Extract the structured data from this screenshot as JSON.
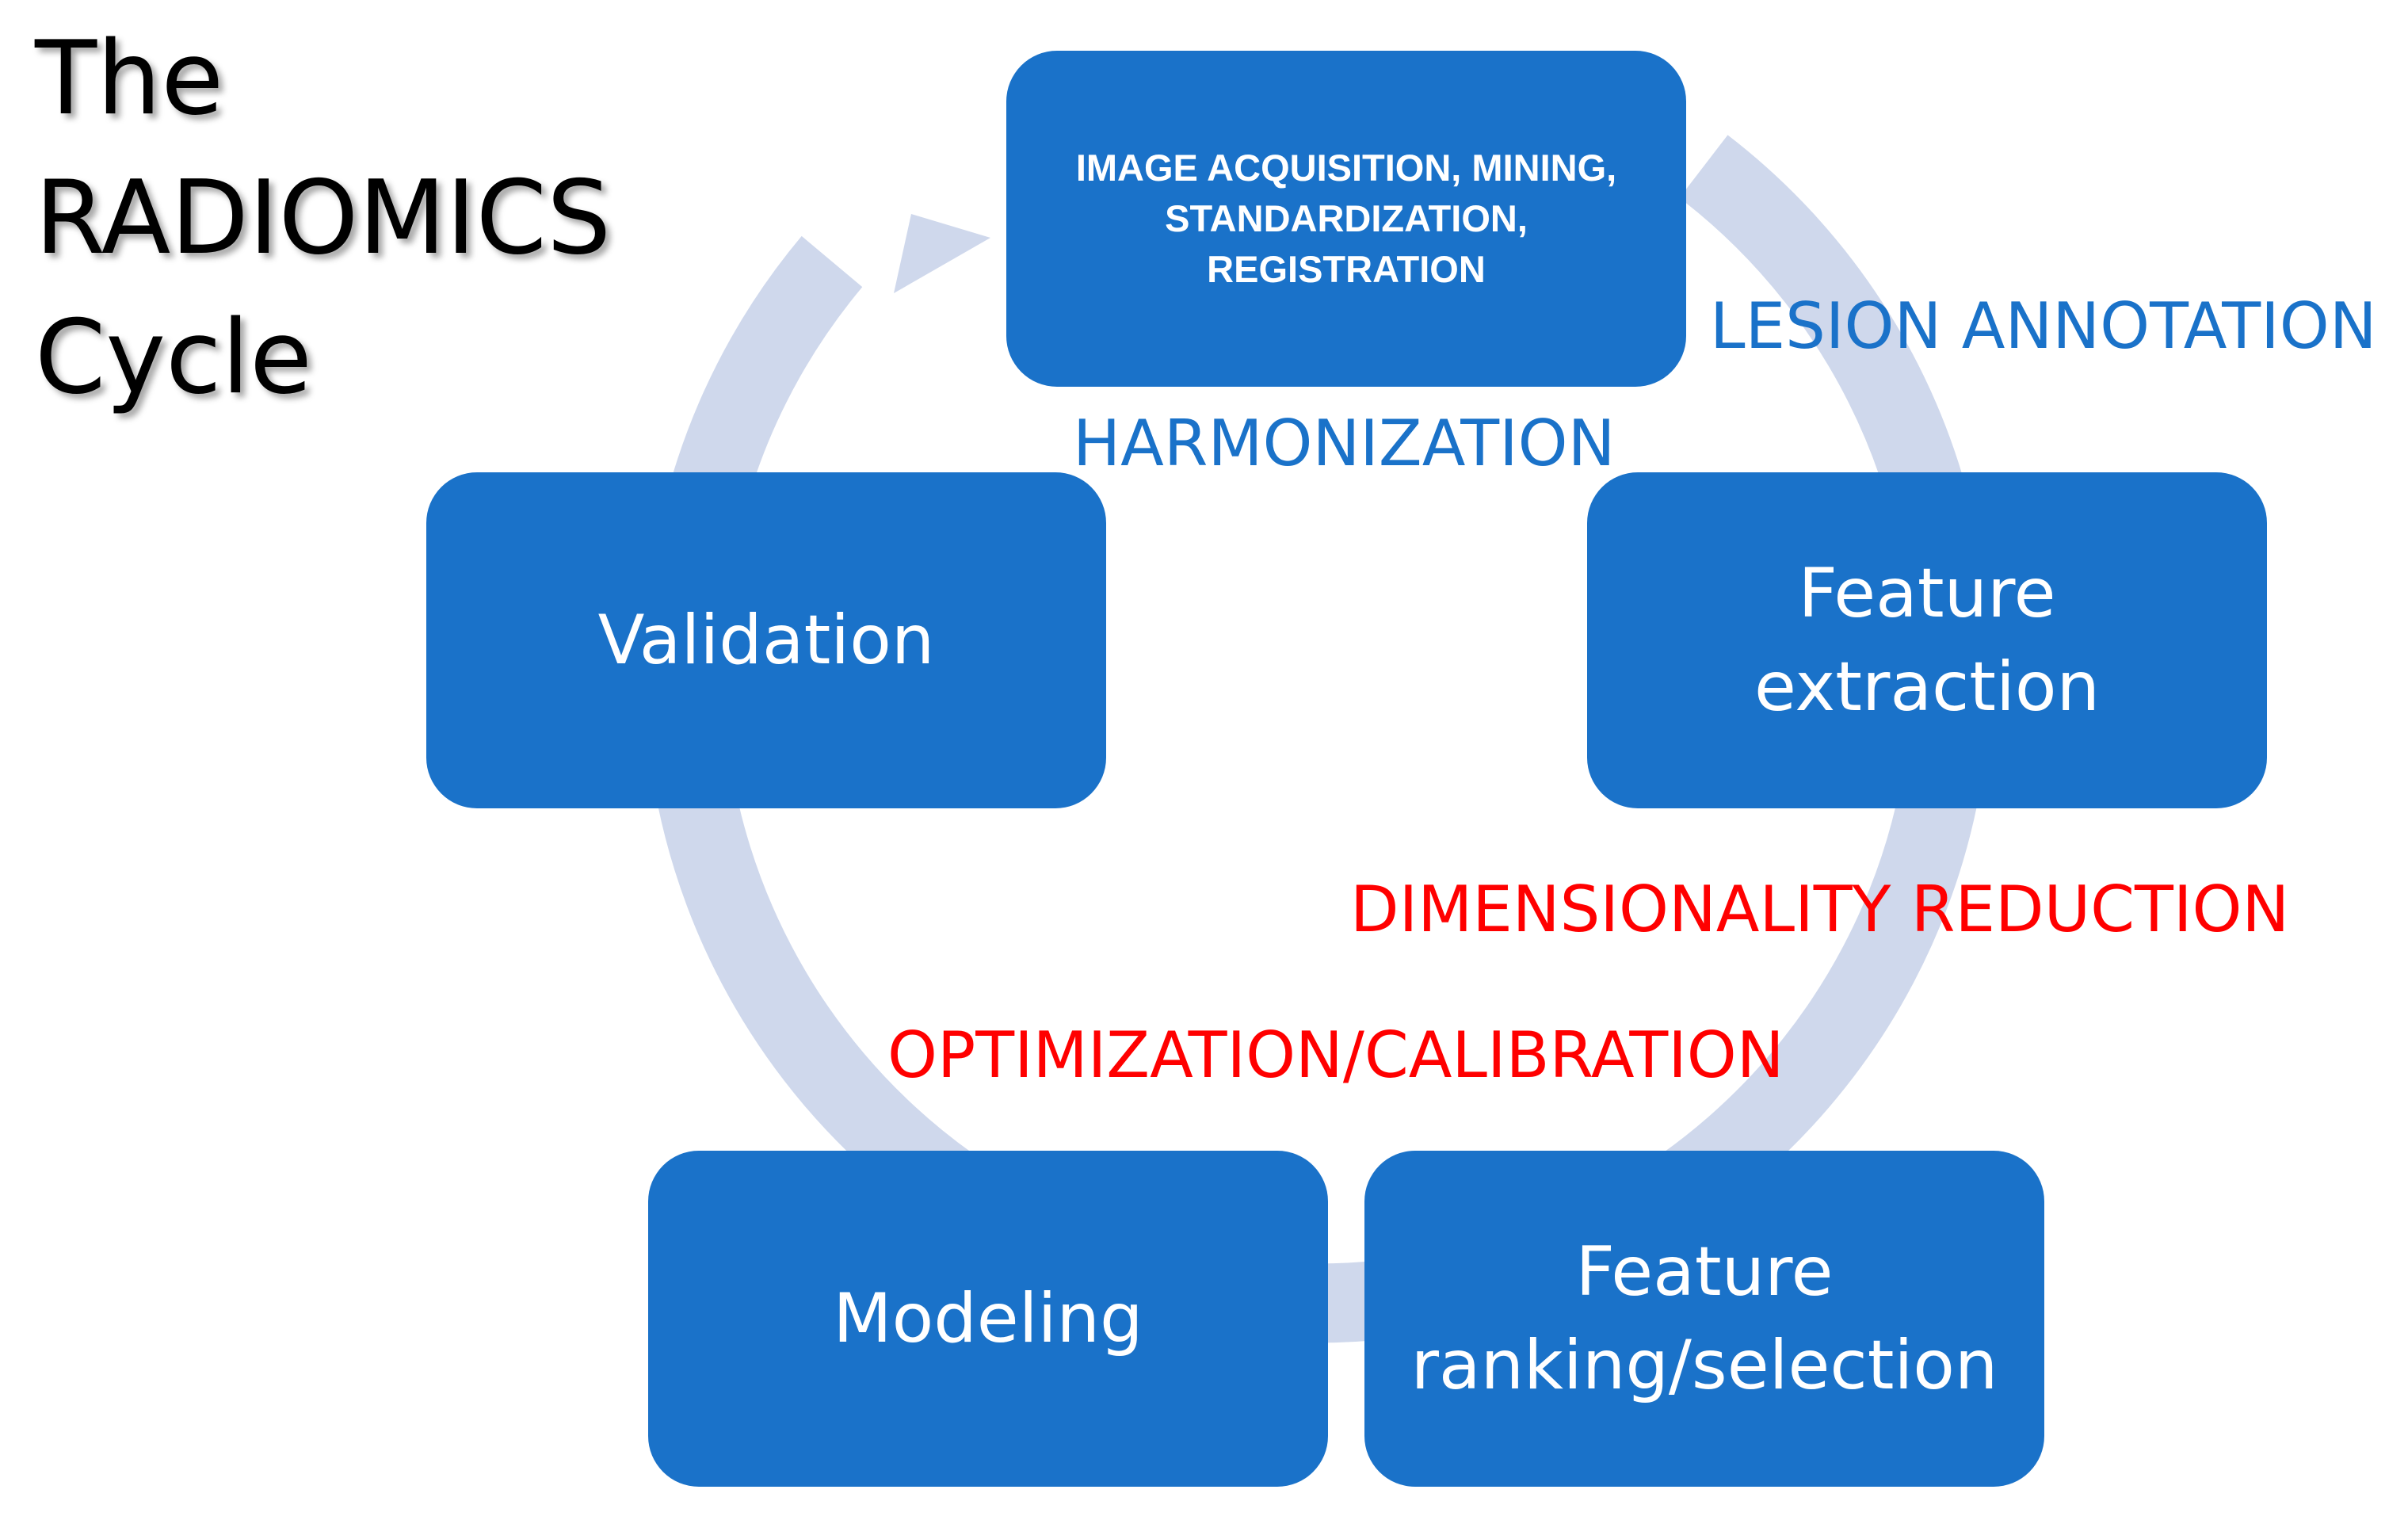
{
  "title": {
    "lines": [
      "The",
      "RADIOMICS",
      "Cycle"
    ]
  },
  "colors": {
    "box_fill": "#1a72c9",
    "box_text": "#ffffff",
    "ring": "#cfd8ec",
    "label_blue": "#1a72c9",
    "label_red": "#ff0000"
  },
  "boxes": {
    "image_acquisition": {
      "lines": [
        "IMAGE ACQUISITION, MINING,",
        "STANDARDIZATION,",
        "REGISTRATION"
      ]
    },
    "feature_extraction": {
      "lines": [
        "Feature",
        "extraction"
      ]
    },
    "feature_ranking": {
      "lines": [
        "Feature",
        "ranking/selection"
      ]
    },
    "modeling": {
      "lines": [
        "Modeling"
      ]
    },
    "validation": {
      "lines": [
        "Validation"
      ]
    }
  },
  "labels": {
    "lesion_annotation": "LESION ANNOTATION",
    "harmonization": "HARMONIZATION",
    "dimensionality_reduction": "DIMENSIONALITY REDUCTION",
    "optimization_calibration": "OPTIMIZATION/CALIBRATION"
  }
}
